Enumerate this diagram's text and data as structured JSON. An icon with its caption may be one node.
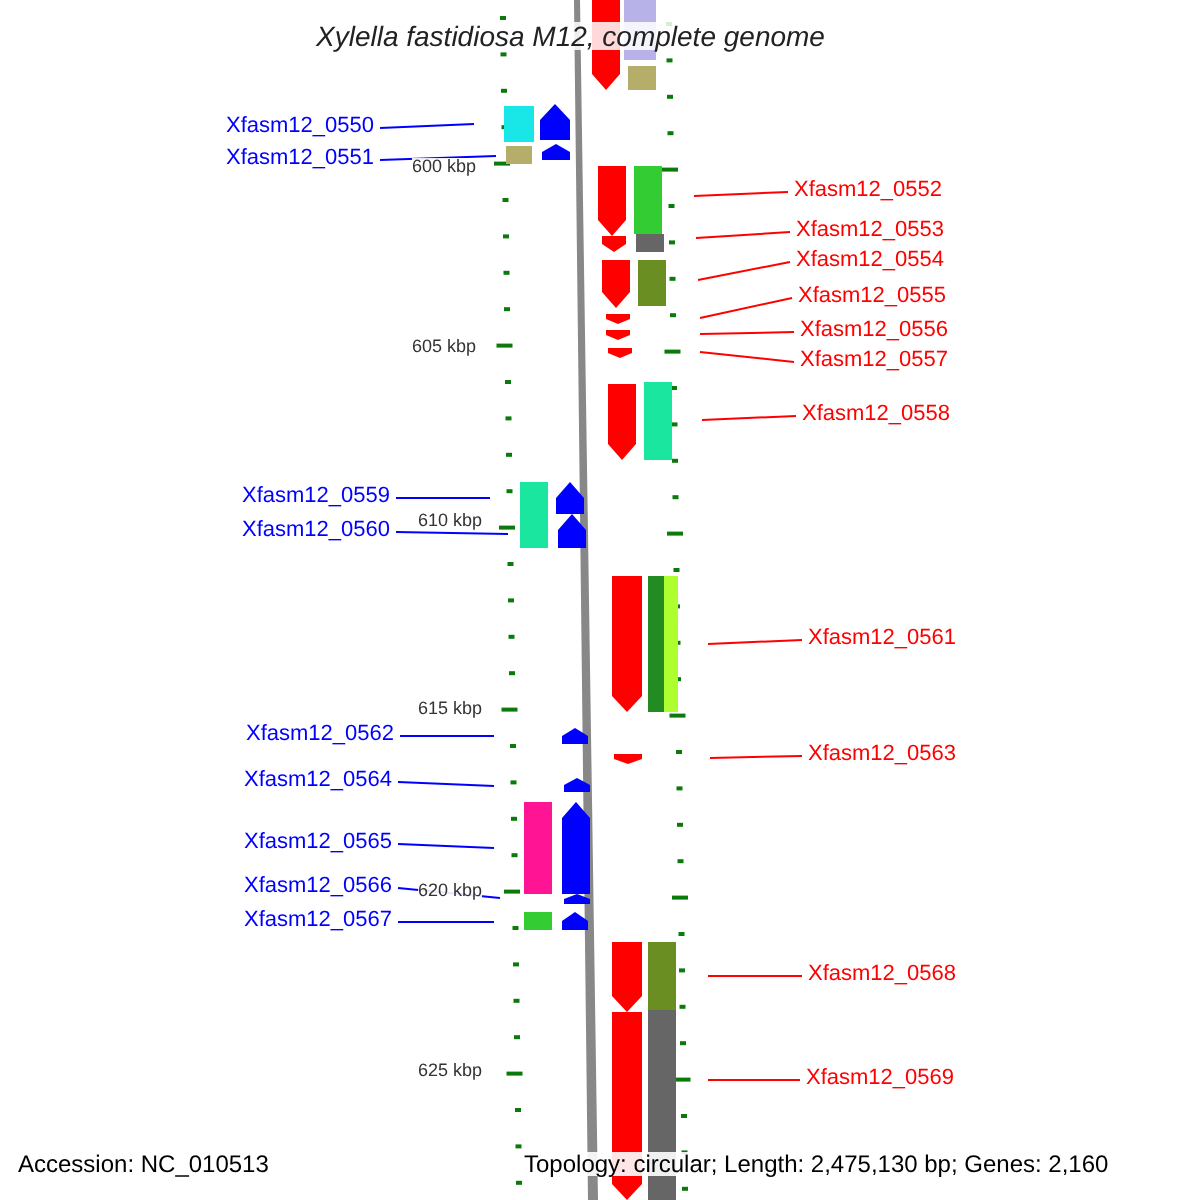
{
  "diagram": {
    "title": "Xylella fastidiosa M12, complete genome",
    "nodes": [
      {
        "text": [
          "Xfasm12_0550"
        ]
      },
      {
        "text": [
          "Xfasm12_0551"
        ]
      },
      {
        "text": [
          "Xfasm12_0552"
        ]
      },
      {
        "text": [
          "Xfasm12_0553"
        ]
      },
      {
        "text": [
          "Xfasm12_0554"
        ]
      },
      {
        "text": [
          "Xfasm12_0555"
        ]
      },
      {
        "text": [
          "Xfasm12_0556"
        ]
      },
      {
        "text": [
          "Xfasm12_0557"
        ]
      },
      {
        "text": [
          "Xfasm12_0558"
        ]
      },
      {
        "text": [
          "Xfasm12_0559"
        ]
      },
      {
        "text": [
          "Xfasm12_0560"
        ]
      },
      {
        "text": [
          "Xfasm12_0561"
        ]
      },
      {
        "text": [
          "Xfasm12_0562"
        ]
      },
      {
        "text": [
          "Xfasm12_0563"
        ]
      },
      {
        "text": [
          "Xfasm12_0564"
        ]
      },
      {
        "text": [
          "Xfasm12_0565"
        ]
      },
      {
        "text": [
          "Xfasm12_0566"
        ]
      },
      {
        "text": [
          "Xfasm12_0567"
        ]
      },
      {
        "text": [
          "Xfasm12_0568"
        ]
      },
      {
        "text": [
          "Xfasm12_0569"
        ]
      }
    ],
    "edges": [
      {
        "from": 0,
        "to": null,
        "arrow": "none",
        "color": "#0000ff"
      },
      {
        "from": 1,
        "to": null,
        "arrow": "none",
        "color": "#0000ff"
      },
      {
        "from": 2,
        "to": null,
        "arrow": "none"
      },
      {
        "from": 3,
        "to": null,
        "arrow": "none"
      },
      {
        "from": 4,
        "to": null,
        "arrow": "none"
      },
      {
        "from": 5,
        "to": null,
        "arrow": "none"
      },
      {
        "from": 6,
        "to": null,
        "arrow": "none"
      },
      {
        "from": 7,
        "to": null,
        "arrow": "none"
      },
      {
        "from": 8,
        "to": null,
        "arrow": "none"
      },
      {
        "from": 9,
        "to": null,
        "arrow": "none",
        "color": "#0000ff"
      },
      {
        "from": 10,
        "to": null,
        "arrow": "none",
        "color": "#0000ff"
      },
      {
        "from": 11,
        "to": null,
        "arrow": "none"
      },
      {
        "from": 12,
        "to": null,
        "arrow": "none",
        "color": "#0000ff"
      },
      {
        "from": 13,
        "to": null,
        "arrow": "none"
      },
      {
        "from": 14,
        "to": null,
        "arrow": "none",
        "color": "#0000ff"
      },
      {
        "from": 15,
        "to": null,
        "arrow": "none",
        "color": "#0000ff"
      },
      {
        "from": 16,
        "to": null,
        "arrow": "none",
        "color": "#0000ff"
      },
      {
        "from": 17,
        "to": null,
        "arrow": "none",
        "color": "#0000ff"
      },
      {
        "from": 18,
        "to": null,
        "arrow": "none"
      },
      {
        "from": 19,
        "to": null,
        "arrow": "none"
      }
    ],
    "labels": [
      "600 kbp",
      "605 kbp",
      "610 kbp",
      "615 kbp",
      "620 kbp",
      "625 kbp",
      "Accession: NC_010513",
      "Topology: circular; Length: 2,475,130 bp; Genes: 2,160"
    ]
  }
}
